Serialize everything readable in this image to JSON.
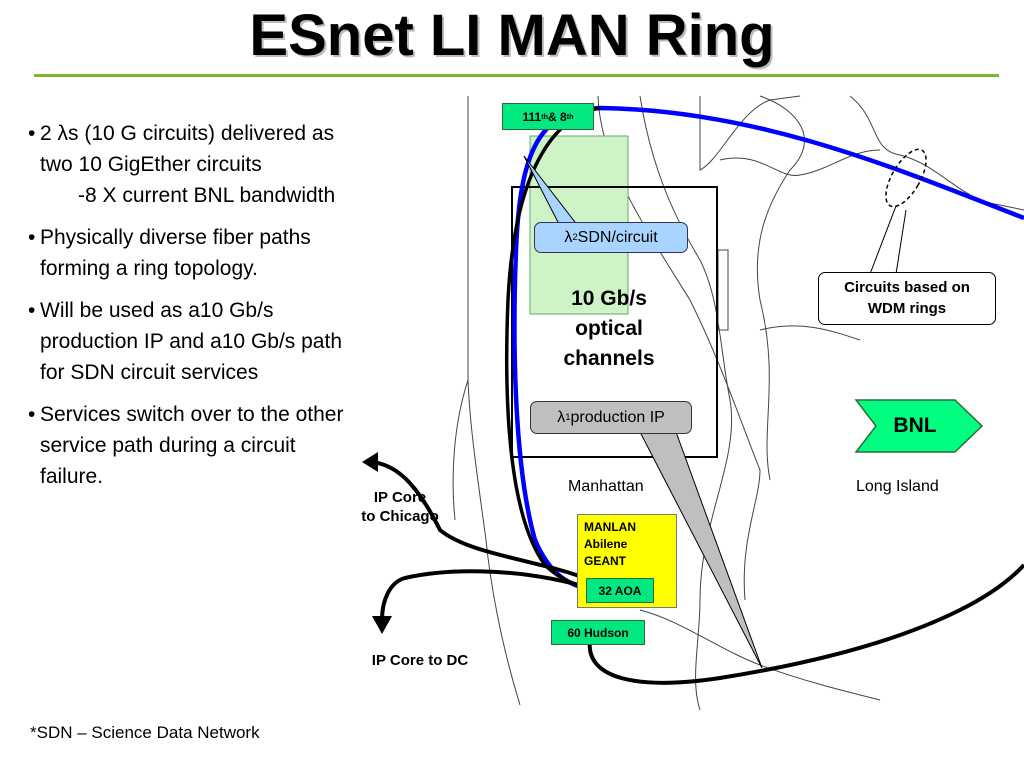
{
  "title": "ESnet LI MAN Ring",
  "bullets": [
    {
      "text": "2 λs (10 G circuits) delivered as two 10 GigEther circuits",
      "sub": "-8 X current BNL bandwidth"
    },
    {
      "text": "Physically diverse fiber paths forming a ring topology."
    },
    {
      "text": "Will be used as a10 Gb/s production IP and a10 Gb/s path for SDN circuit services"
    },
    {
      "text": "Services switch over to the other service path during a circuit failure."
    }
  ],
  "footnote": "*SDN – Science Data Network",
  "diagram": {
    "site_111": {
      "base1": "111",
      "sup1": "th",
      "mid": " & 8",
      "sup2": "th"
    },
    "lambda2": {
      "symbol": "λ",
      "sub": "2",
      "text": " SDN/circuit"
    },
    "optical_channels": [
      "10 Gb/s",
      "optical",
      "channels"
    ],
    "lambda1": {
      "symbol": "λ",
      "sub": "1",
      "text": " production IP"
    },
    "wdm_label": [
      "Circuits based on",
      "WDM rings"
    ],
    "bnl": "BNL",
    "manhattan": "Manhattan",
    "long_island": "Long Island",
    "ip_core_chicago": [
      "IP Core",
      "to Chicago"
    ],
    "exchange_list": [
      "MANLAN",
      "Abilene",
      "GEANT"
    ],
    "aoa": "32 AOA",
    "hudson": "60 Hudson",
    "ip_core_dc": "IP Core to DC"
  },
  "colors": {
    "accent_rule": "#7bb531",
    "site_green": "#00e87f",
    "sdn_callout": "#a9d4ff",
    "sdn_lambda_line": "#0000ff",
    "production_callout": "#bfbfbf",
    "exchange_yellow": "#ffff00",
    "shaded_region": "#cdf3c7"
  }
}
